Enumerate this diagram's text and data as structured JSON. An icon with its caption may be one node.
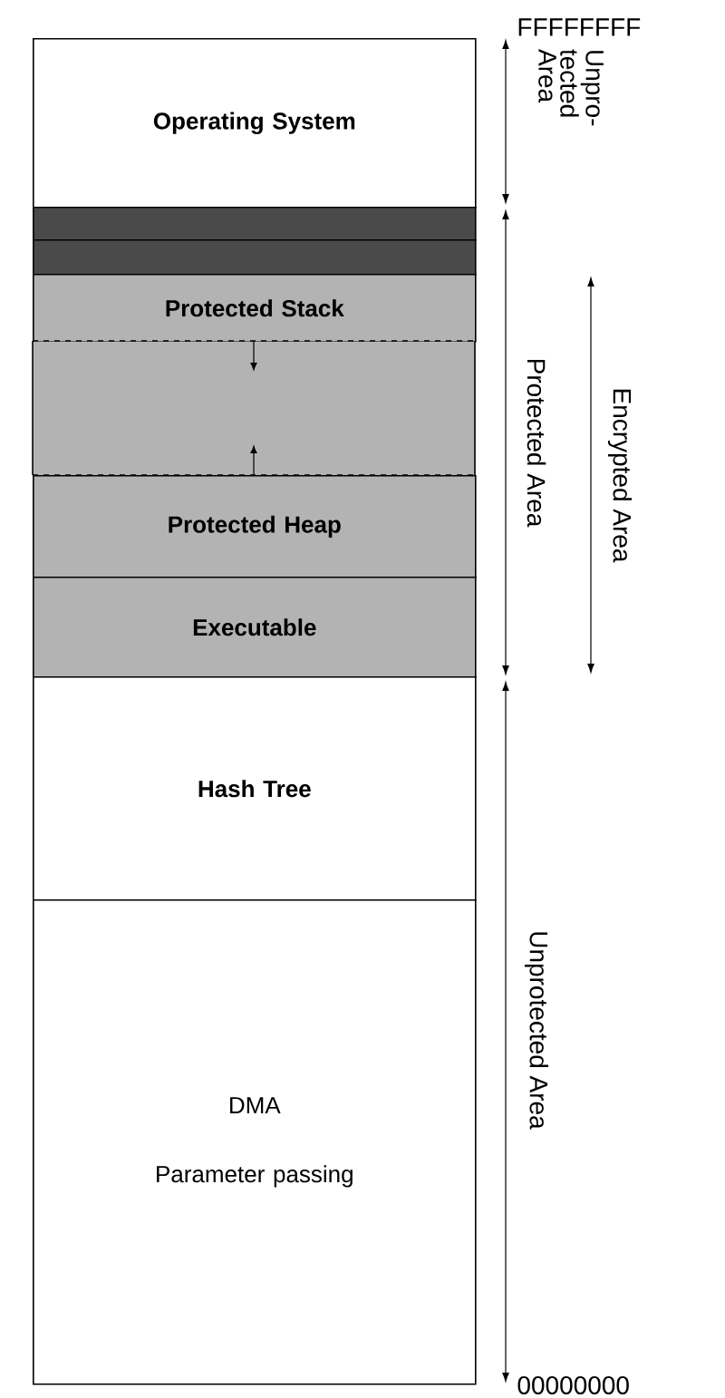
{
  "diagram": {
    "nodes": [
      {
        "text": [
          "Operating System"
        ]
      },
      {
        "text": [],
        "shape": "box"
      },
      {
        "text": [],
        "shape": "box"
      },
      {
        "text": [
          "Protected Stack"
        ]
      },
      {
        "text": [],
        "shape": "box"
      },
      {
        "text": [
          "Protected Heap"
        ]
      },
      {
        "text": [
          "Executable"
        ]
      },
      {
        "text": [
          "Hash Tree"
        ]
      },
      {
        "text": [
          "DMA",
          "Parameter passing"
        ]
      }
    ],
    "edges": [],
    "labels": [
      "FFFFFFFF",
      "Unpro-tected Area",
      "Protected Area",
      "Encrypted Area",
      "Unprotected Area",
      "00000000"
    ]
  }
}
